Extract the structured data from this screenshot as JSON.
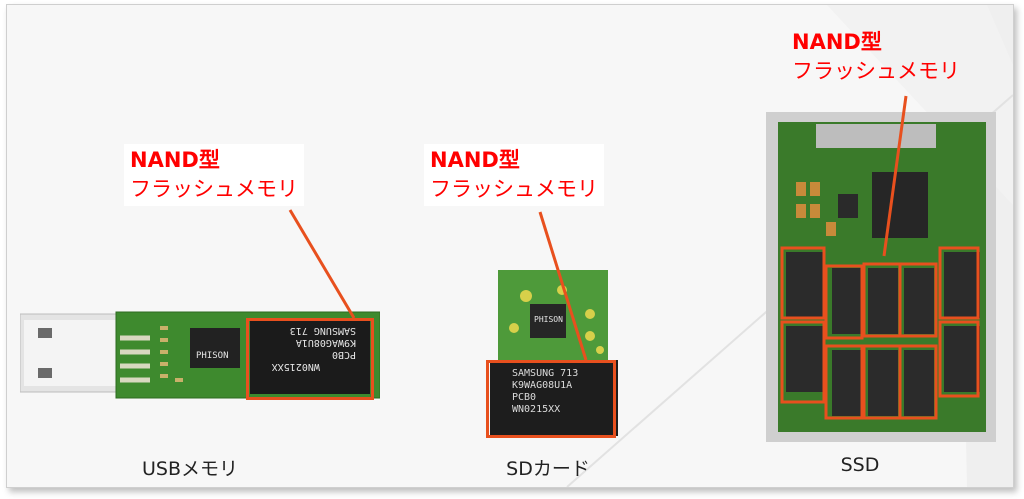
{
  "labels": {
    "usb": {
      "line1": "NAND型",
      "line2": "フラッシュメモリ"
    },
    "sd": {
      "line1": "NAND型",
      "line2": "フラッシュメモリ"
    },
    "ssd": {
      "line1": "NAND型",
      "line2": "フラッシュメモリ"
    }
  },
  "captions": {
    "usb": "USBメモリ",
    "sd": "SDカード",
    "ssd": "SSD"
  },
  "chips": {
    "usb_nand": [
      "WN0215XX",
      "PCB0",
      "K9WAG08U1A",
      "SAMSUNG 713"
    ],
    "usb_ctrl": "PHISON",
    "sd_ctrl": "PHISON",
    "sd_nand": [
      "SAMSUNG 713",
      "K9WAG08U1A",
      "PCB0",
      "WN0215XX"
    ]
  },
  "colors": {
    "label_text": "#ff0000",
    "highlight": "#e8501e",
    "pcb": "#3e8a2e"
  }
}
